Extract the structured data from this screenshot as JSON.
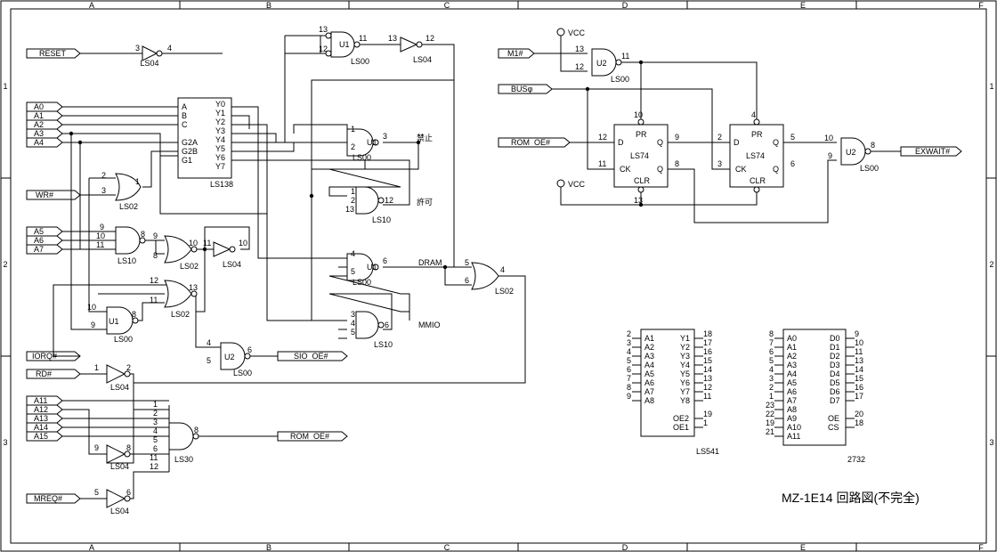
{
  "title": "MZ-1E14 回路図(不完全)",
  "border": {
    "columns": [
      "A",
      "B",
      "C",
      "D",
      "E",
      "F"
    ],
    "rows": [
      "1",
      "2",
      "3"
    ]
  },
  "ports": {
    "reset": "RESET",
    "a0": "A0",
    "a1": "A1",
    "a2": "A2",
    "a3": "A3",
    "a4": "A4",
    "wr": "WR#",
    "a5": "A5",
    "a6": "A6",
    "a7": "A7",
    "iorq": "IORQ#",
    "rd": "RD#",
    "a11": "A11",
    "a12": "A12",
    "a13": "A13",
    "a14": "A14",
    "a15": "A15",
    "mreq": "MREQ#",
    "sio_oe": "SIO_OE#",
    "rom_oe_out": "ROM_OE#",
    "m1": "M1#",
    "bus_phi": "BUSφ",
    "rom_oe_in": "ROM_OE#",
    "exwait": "EXWAIT#"
  },
  "supply": {
    "vcc": "VCC"
  },
  "gates": {
    "ls04_a": "LS04",
    "ls04_b": "LS04",
    "ls04_c": "LS04",
    "ls04_d": "LS04",
    "ls04_e": "LS04",
    "u1_a_name": "U1",
    "u1_a": "LS00",
    "ls138": "LS138",
    "ls02_a": "LS02",
    "ls02_b": "LS02",
    "ls02_c": "LS02",
    "ls02_d": "LS02",
    "ls10_a": "LS10",
    "ls10_b": "LS10",
    "ls10_c": "LS10",
    "u1_b_name": "U1",
    "u1_b": "LS00",
    "u1_c_name": "U1",
    "u1_c": "LS00",
    "u1_d_name": "U1",
    "u1_d": "LS00",
    "u2_a_name": "U2",
    "u2_a": "LS00",
    "u2_b_name": "U2",
    "u2_b": "LS00",
    "u2_c_name": "U2",
    "u2_c": "LS00",
    "ls30": "LS30",
    "ls74_a": "LS74",
    "ls74_b": "LS74",
    "ls541": "LS541",
    "c2732": "2732"
  },
  "signals": {
    "kinshi": "禁止",
    "kyoka": "許可",
    "dram": "DRAM",
    "mmio": "MMIO"
  },
  "ls138_pins": {
    "in": [
      "A",
      "B",
      "C",
      "G2A",
      "G2B",
      "G1"
    ],
    "out": [
      "Y0",
      "Y1",
      "Y2",
      "Y3",
      "Y4",
      "Y5",
      "Y6",
      "Y7"
    ]
  },
  "ls74_pins": {
    "d": "D",
    "q": "Q",
    "qn": "Q",
    "ck": "CK",
    "pr": "PR",
    "clr": "CLR"
  },
  "ls541_pins": {
    "in": [
      "A1",
      "A2",
      "A3",
      "A4",
      "A5",
      "A6",
      "A7",
      "A8"
    ],
    "out": [
      "Y1",
      "Y2",
      "Y3",
      "Y4",
      "Y5",
      "Y6",
      "Y7",
      "Y8"
    ],
    "ctl": [
      "OE2",
      "OE1"
    ]
  },
  "c2732_pins": {
    "in": [
      "A0",
      "A1",
      "A2",
      "A3",
      "A4",
      "A5",
      "A6",
      "A7",
      "A8",
      "A9",
      "A10",
      "A11"
    ],
    "out": [
      "D0",
      "D1",
      "D2",
      "D3",
      "D4",
      "D5",
      "D6",
      "D7"
    ],
    "ctl": [
      "OE",
      "CS"
    ]
  },
  "pin_numbers": {
    "ls541_in": [
      "2",
      "3",
      "4",
      "5",
      "6",
      "7",
      "8",
      "9"
    ],
    "ls541_out": [
      "18",
      "17",
      "16",
      "15",
      "14",
      "13",
      "12",
      "11"
    ],
    "ls541_ctl": [
      "19",
      "1"
    ],
    "c2732_in": [
      "8",
      "7",
      "6",
      "5",
      "4",
      "3",
      "2",
      "1",
      "23",
      "22",
      "19",
      "21"
    ],
    "c2732_out": [
      "9",
      "10",
      "11",
      "13",
      "14",
      "15",
      "16",
      "17"
    ],
    "c2732_ctl": [
      "20",
      "18"
    ]
  }
}
